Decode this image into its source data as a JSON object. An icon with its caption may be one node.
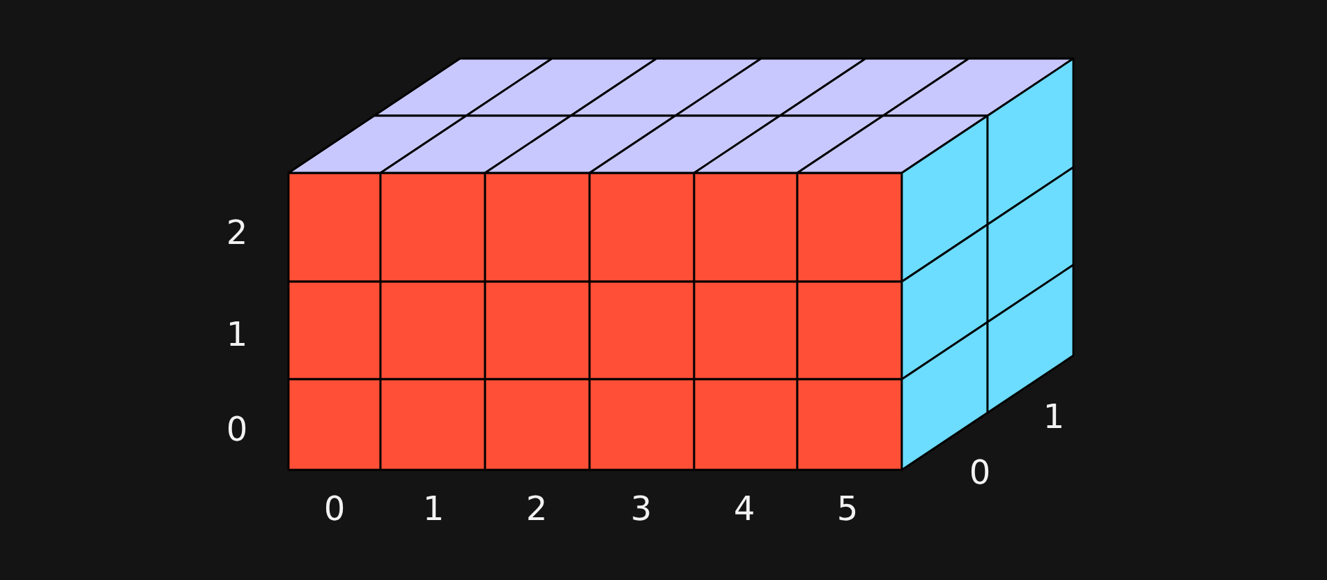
{
  "diagram": {
    "labels": [
      "2",
      "1",
      "0",
      "0",
      "1",
      "2",
      "3",
      "4",
      "5",
      "1",
      "0"
    ]
  }
}
